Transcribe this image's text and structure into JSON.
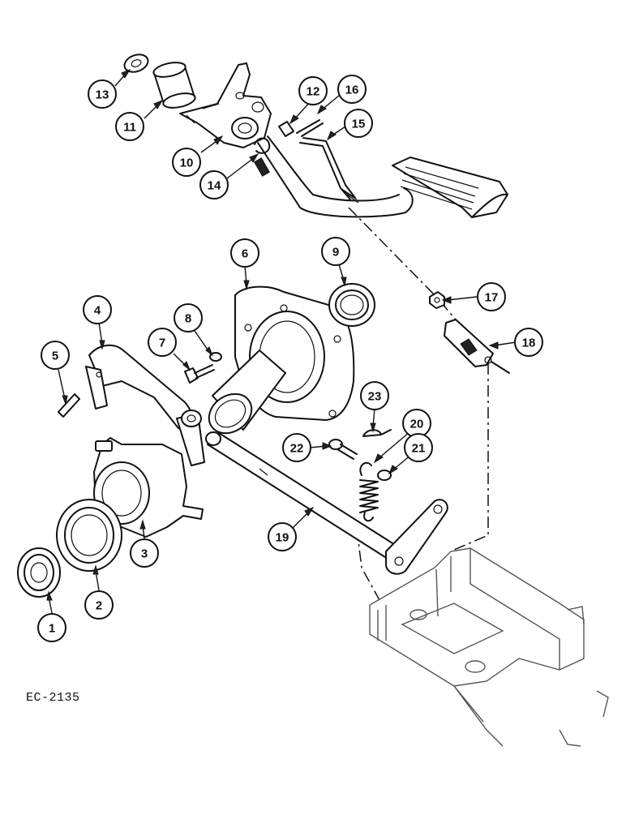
{
  "drawing_code": "EC-2135",
  "callouts": [
    {
      "label": "1"
    },
    {
      "label": "2"
    },
    {
      "label": "3"
    },
    {
      "label": "4"
    },
    {
      "label": "5"
    },
    {
      "label": "6"
    },
    {
      "label": "7"
    },
    {
      "label": "8"
    },
    {
      "label": "9"
    },
    {
      "label": "10"
    },
    {
      "label": "11"
    },
    {
      "label": "12"
    },
    {
      "label": "13"
    },
    {
      "label": "14"
    },
    {
      "label": "15"
    },
    {
      "label": "16"
    },
    {
      "label": "17"
    },
    {
      "label": "18"
    },
    {
      "label": "19"
    },
    {
      "label": "20"
    },
    {
      "label": "21"
    },
    {
      "label": "22"
    },
    {
      "label": "23"
    }
  ]
}
